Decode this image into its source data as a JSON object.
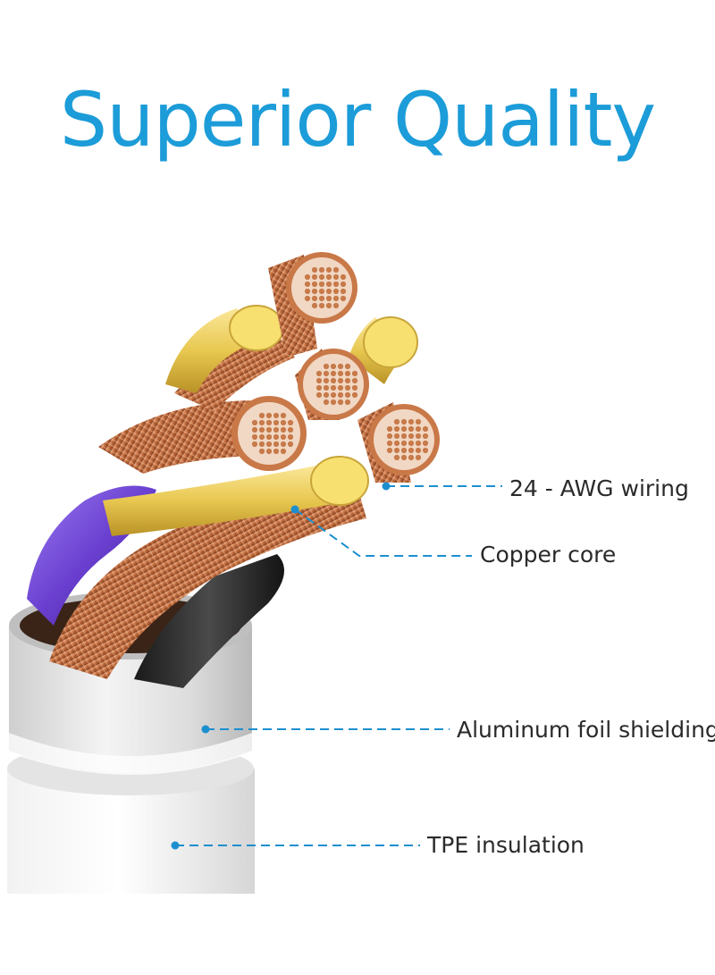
{
  "title": "Superior Quality",
  "colors": {
    "title": "#1c9cd8",
    "leader": "#1c8fcf",
    "copper": "#c06a3a",
    "gold": "#e8c850",
    "purple": "#6a3fd0",
    "jacket": "#e9e9e9"
  },
  "icons": [
    "cable-cross-section-illustration",
    "leader-dot"
  ],
  "callouts": [
    {
      "id": "awg",
      "label": "24 - AWG wiring"
    },
    {
      "id": "copper",
      "label": "Copper core"
    },
    {
      "id": "foil",
      "label": "Aluminum foil shielding"
    },
    {
      "id": "tpe",
      "label": "TPE insulation"
    }
  ]
}
